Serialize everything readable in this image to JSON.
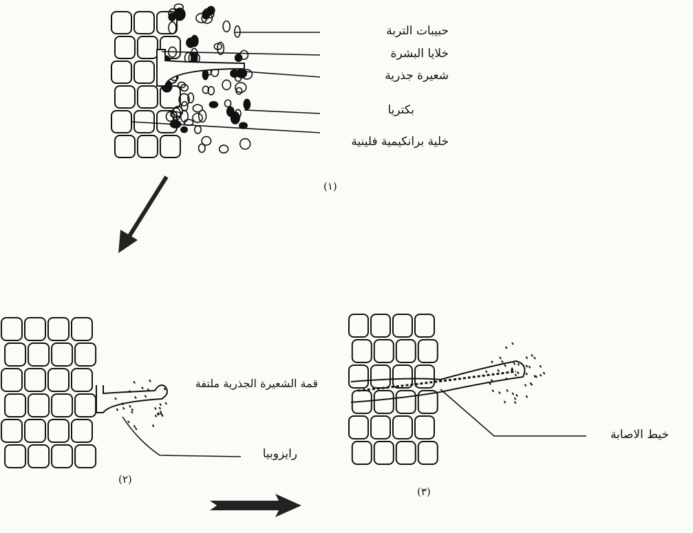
{
  "figure_1": {
    "labels": [
      "حبيبات التربة",
      "خلايا البشرة",
      "شعيرة جذرية",
      "بكتريا",
      "خلية برانكيمية فلينية"
    ],
    "number": "(١)"
  },
  "figure_2": {
    "tip_label": "قمة الشعيرة الجذرية ملتفة",
    "bacteria_label": "رايزوبيا",
    "number": "(٢)"
  },
  "figure_3": {
    "thread_label": "خيط الاصابة",
    "number": "(٣)"
  }
}
